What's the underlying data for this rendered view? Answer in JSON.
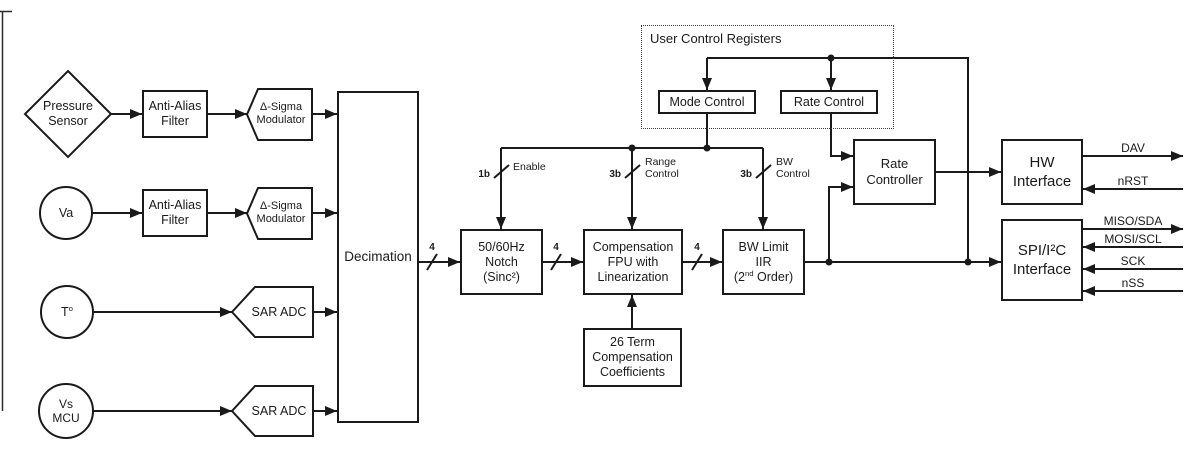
{
  "colors": {
    "ink": "#1a1a1a",
    "bg": "#ffffff"
  },
  "sources": {
    "pressure": "Pressure\nSensor",
    "va": "Va",
    "temp_base": "T",
    "temp_sup": "o",
    "vs_mcu": "Vs\nMCU"
  },
  "blocks": {
    "anti_alias_1": "Anti-Alias\nFilter",
    "dsm_1": "Δ-Sigma\nModulator",
    "anti_alias_2": "Anti-Alias\nFilter",
    "dsm_2": "Δ-Sigma\nModulator",
    "sar_adc_1": "SAR ADC",
    "sar_adc_2": "SAR ADC",
    "decimation": "Decimation",
    "notch": "50/60Hz\nNotch\n(Sinc²)",
    "compensation": "Compensation\nFPU with\nLinearization",
    "bw_limit_l1": "BW Limit",
    "bw_limit_l2": "IIR",
    "bw_limit_l3_pre": "(2",
    "bw_limit_l3_sup": "nd",
    "bw_limit_l3_post": " Order)",
    "coefficients": "26 Term\nCompensation\nCoefficients",
    "rate_controller": "Rate\nController",
    "hw_interface": "HW\nInterface",
    "spi_interface": "SPI/I²C\nInterface"
  },
  "registers": {
    "title": "User Control Registers",
    "mode_control": "Mode Control",
    "rate_control": "Rate Control"
  },
  "bus": {
    "dec_out": "4",
    "notch_out": "4",
    "comp_out": "4",
    "enable_bits": "1b",
    "range_bits": "3b",
    "bw_bits": "3b"
  },
  "controls": {
    "enable": "Enable",
    "range": "Range\nControl",
    "bw": "BW\nControl"
  },
  "signals": {
    "dav": "DAV",
    "nrst": "nRST",
    "miso_sda": "MISO/SDA",
    "mosi_scl": "MOSI/SCL",
    "sck": "SCK",
    "nss": "nSS"
  }
}
